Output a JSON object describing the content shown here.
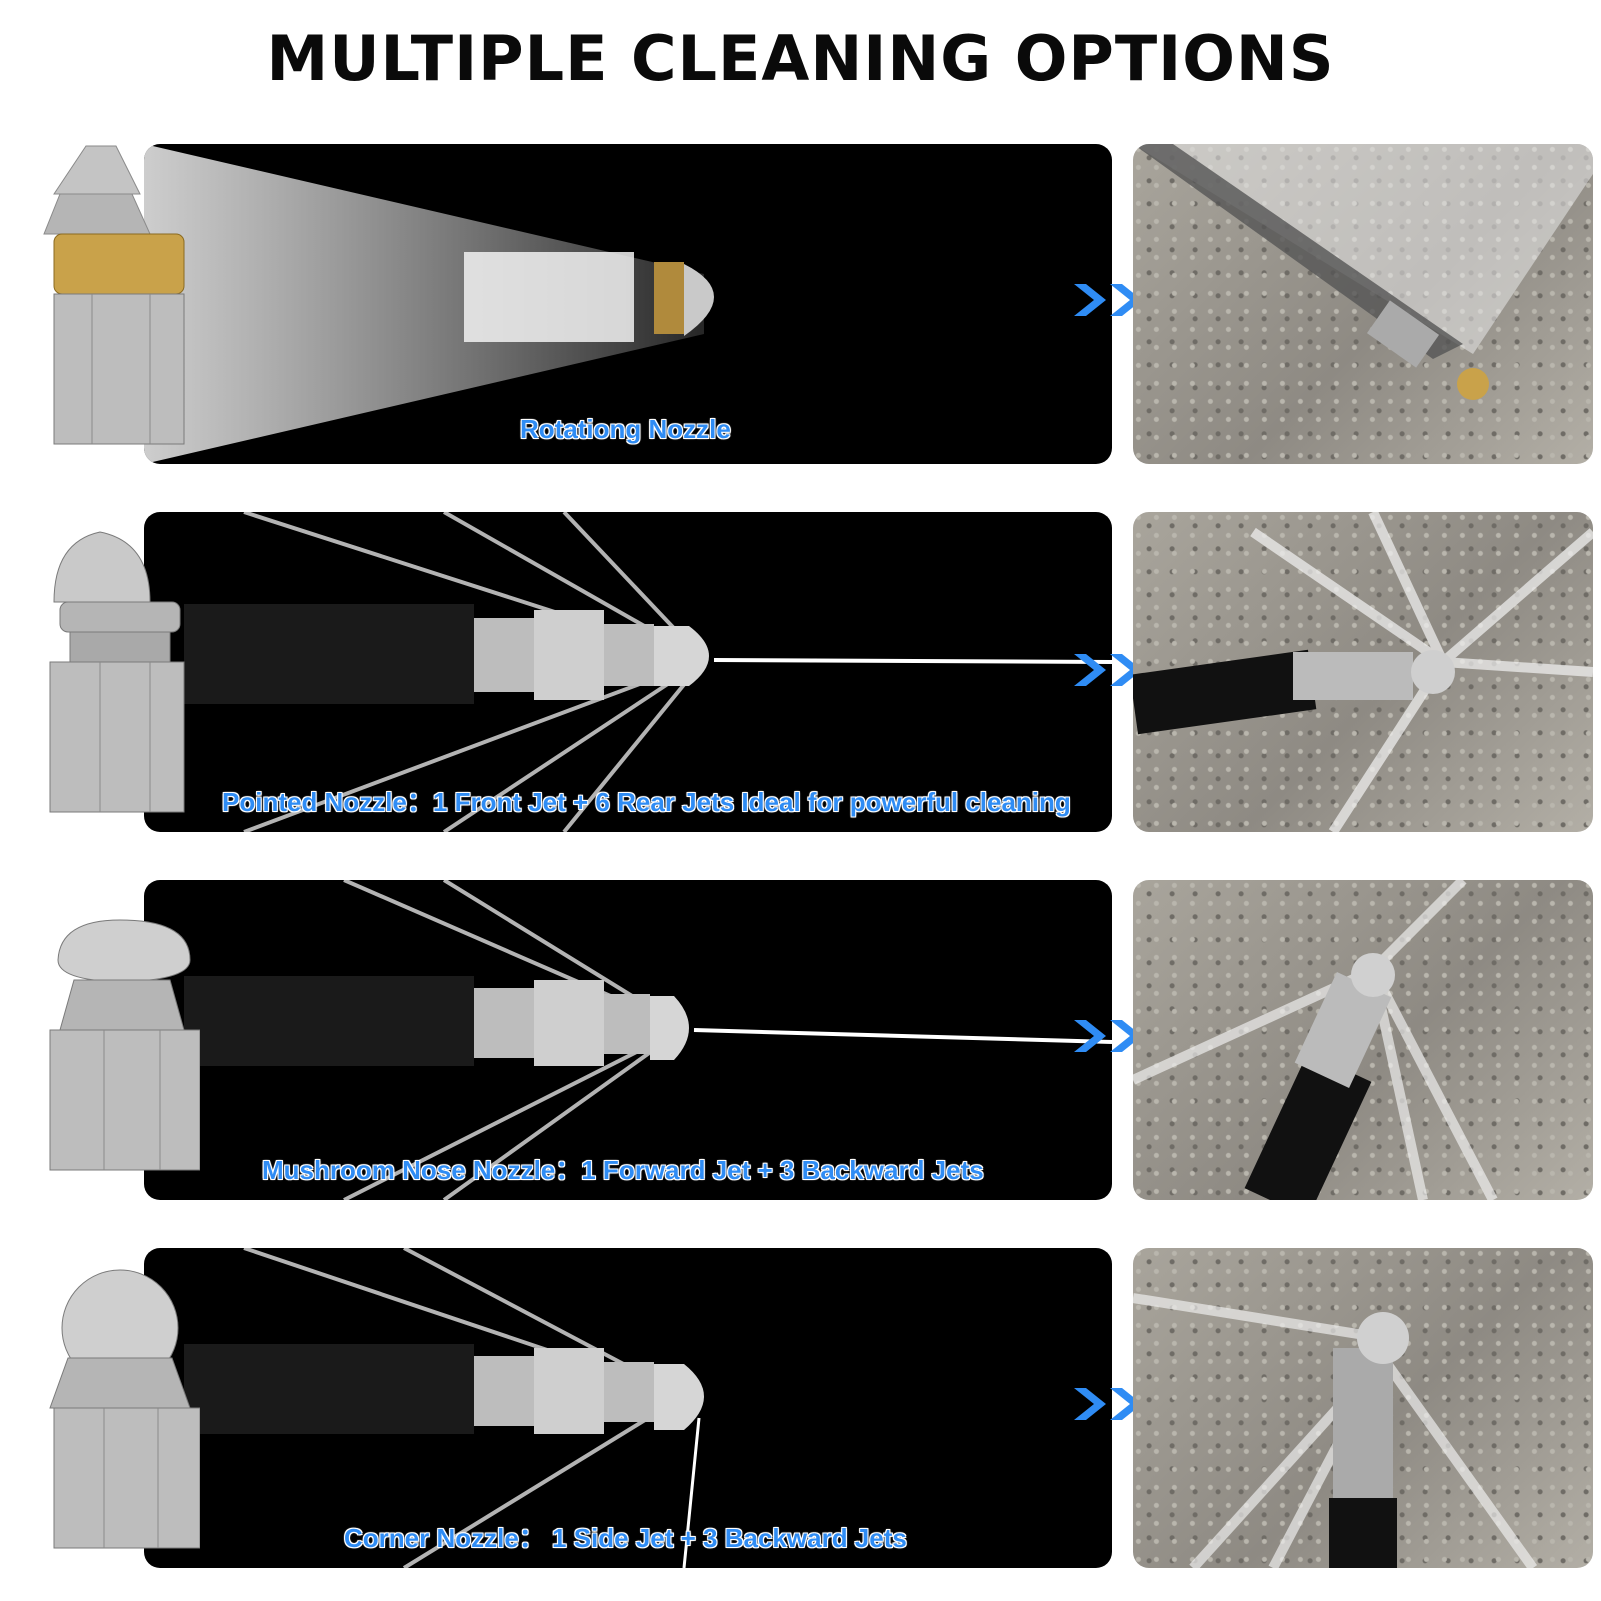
{
  "title": "MULTIPLE CLEANING OPTIONS",
  "accent_color": "#2f8cf4",
  "rows": [
    {
      "label": "Rotationg Nozzle",
      "nozzle_icon": "rotating-nozzle-icon"
    },
    {
      "label": "Pointed Nozzle：1 Front Jet + 6 Rear Jets Ideal for powerful cleaning",
      "nozzle_icon": "pointed-nozzle-icon"
    },
    {
      "label": "Mushroom Nose Nozzle：1 Forward Jet + 3 Backward Jets",
      "nozzle_icon": "mushroom-nozzle-icon"
    },
    {
      "label": "Corner Nozzle：  1 Side Jet + 3 Backward Jets",
      "nozzle_icon": "corner-nozzle-icon"
    }
  ]
}
